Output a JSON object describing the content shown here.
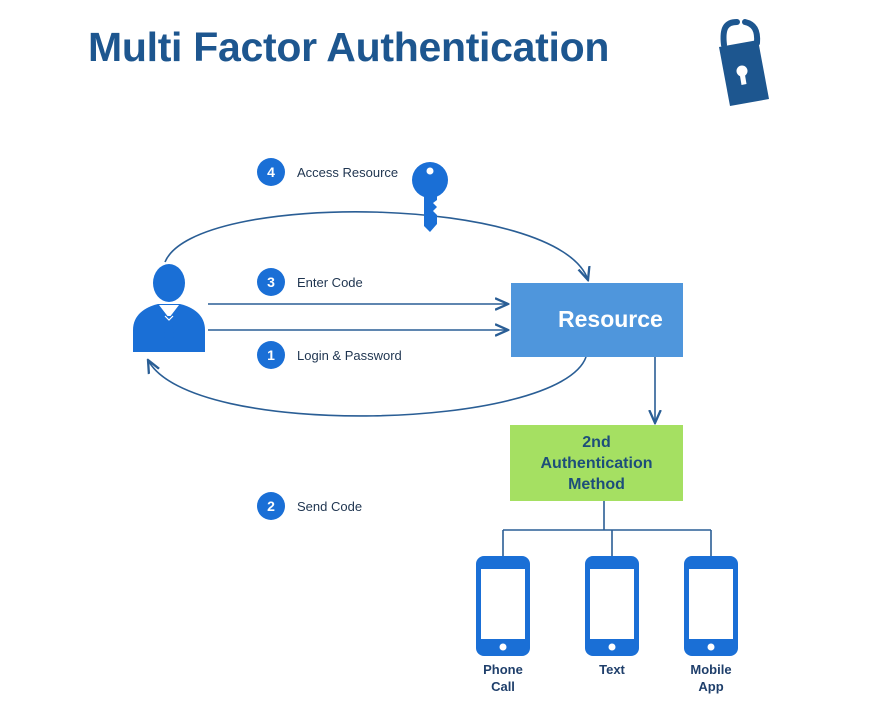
{
  "title": "Multi Factor Authentication",
  "icons": {
    "header": "padlock-tag-icon",
    "key": "key-icon",
    "user": "user-icon",
    "resource": "phone-lock-icon",
    "devices": "smartphone-icon"
  },
  "colors": {
    "title": "#1d568f",
    "badge": "#1a6fd6",
    "resource_box": "#4f96dc",
    "auth_box": "#a5e062",
    "lines": "#2a5e95"
  },
  "steps": [
    {
      "number": "4",
      "label": "Access Resource"
    },
    {
      "number": "3",
      "label": "Enter Code"
    },
    {
      "number": "1",
      "label": "Login & Password"
    },
    {
      "number": "2",
      "label": "Send Code"
    }
  ],
  "resource_label": "Resource",
  "auth_method": {
    "line1": "2nd",
    "line2": "Authentication",
    "line3": "Method"
  },
  "devices": [
    {
      "line1": "Phone",
      "line2": "Call"
    },
    {
      "line1": "Text",
      "line2": ""
    },
    {
      "line1": "Mobile",
      "line2": "App"
    }
  ]
}
